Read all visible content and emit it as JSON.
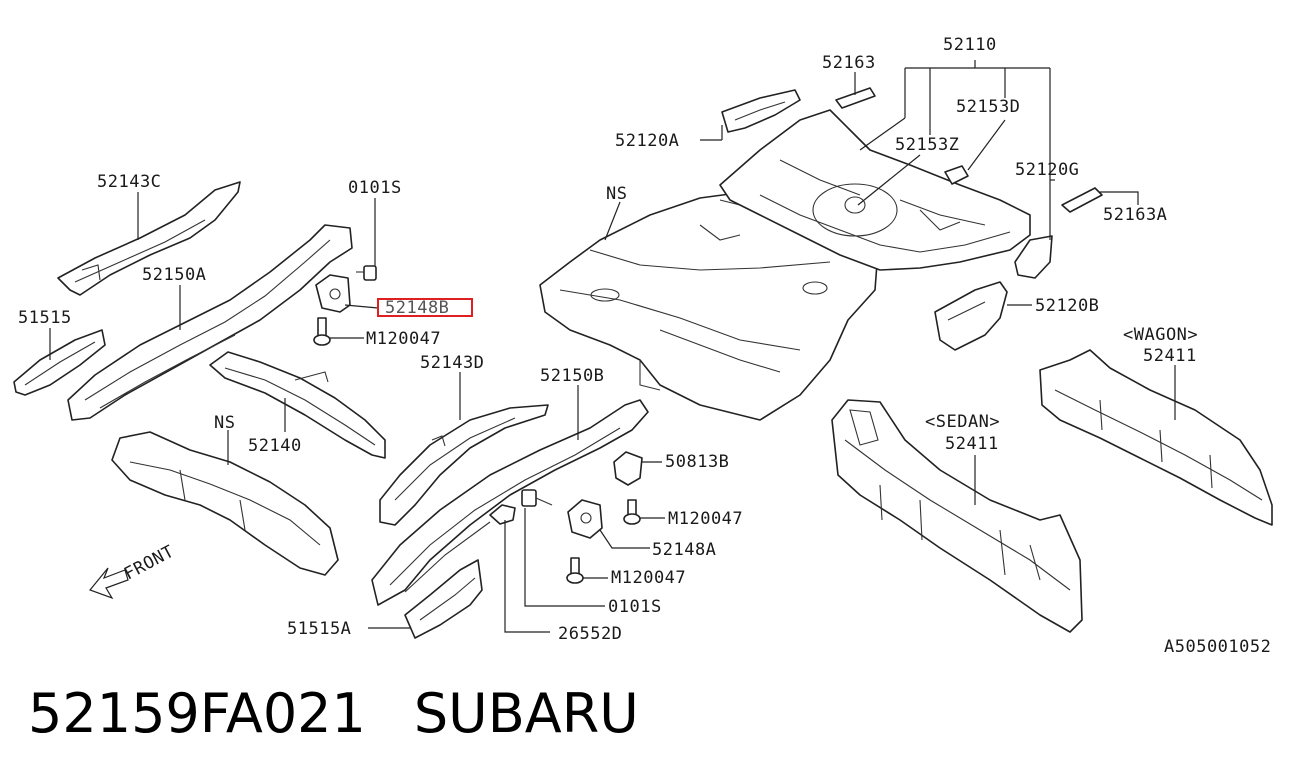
{
  "diagram": {
    "labels": {
      "p52110": "52110",
      "p52163": "52163",
      "p52153D": "52153D",
      "p52120A": "52120A",
      "p52153Z": "52153Z",
      "p52120G": "52120G",
      "p52163A": "52163A",
      "p52143C": "52143C",
      "p0101S_top": "0101S",
      "ns_floor": "NS",
      "p52150A": "52150A",
      "p52148B": "52148B",
      "p51515": "51515",
      "m120047_a": "M120047",
      "p52120B": "52120B",
      "wagon": "<WAGON>",
      "p52411_wagon": "52411",
      "p52143D": "52143D",
      "p52150B": "52150B",
      "ns_side": "NS",
      "p52140": "52140",
      "sedan": "<SEDAN>",
      "p52411_sedan": "52411",
      "p50813B": "50813B",
      "m120047_b": "M120047",
      "p52148A": "52148A",
      "m120047_c": "M120047",
      "p0101S_bottom": "0101S",
      "p51515A": "51515A",
      "p26552D": "26552D",
      "front": "FRONT",
      "ref_code": "A505001052"
    },
    "highlight_color": "#e02020"
  },
  "footer": {
    "part_number": "52159FA021",
    "brand": "SUBARU"
  }
}
